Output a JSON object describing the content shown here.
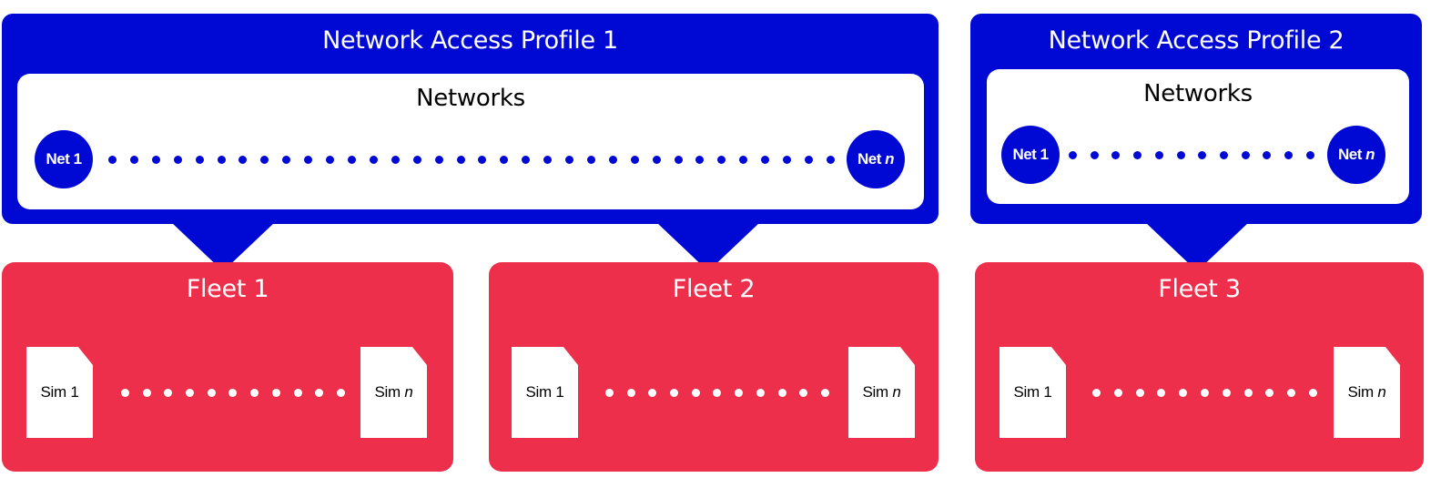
{
  "colors": {
    "profile_blue": "#0009d4",
    "fleet_red": "#ee2f4b",
    "background": "#ffffff"
  },
  "profiles": [
    {
      "title": "Network Access Profile 1",
      "networks_label": "Networks",
      "first_network": "Net 1",
      "last_network_prefix": "Net ",
      "last_network_var": "n",
      "links_to_fleets": [
        "Fleet 1",
        "Fleet 2"
      ]
    },
    {
      "title": "Network Access Profile 2",
      "networks_label": "Networks",
      "first_network": "Net 1",
      "last_network_prefix": "Net ",
      "last_network_var": "n",
      "links_to_fleets": [
        "Fleet 3"
      ]
    }
  ],
  "fleets": [
    {
      "title": "Fleet 1",
      "first_sim": "Sim 1",
      "last_sim_prefix": "Sim ",
      "last_sim_var": "n"
    },
    {
      "title": "Fleet 2",
      "first_sim": "Sim 1",
      "last_sim_prefix": "Sim ",
      "last_sim_var": "n"
    },
    {
      "title": "Fleet 3",
      "first_sim": "Sim 1",
      "last_sim_prefix": "Sim ",
      "last_sim_var": "n"
    }
  ]
}
